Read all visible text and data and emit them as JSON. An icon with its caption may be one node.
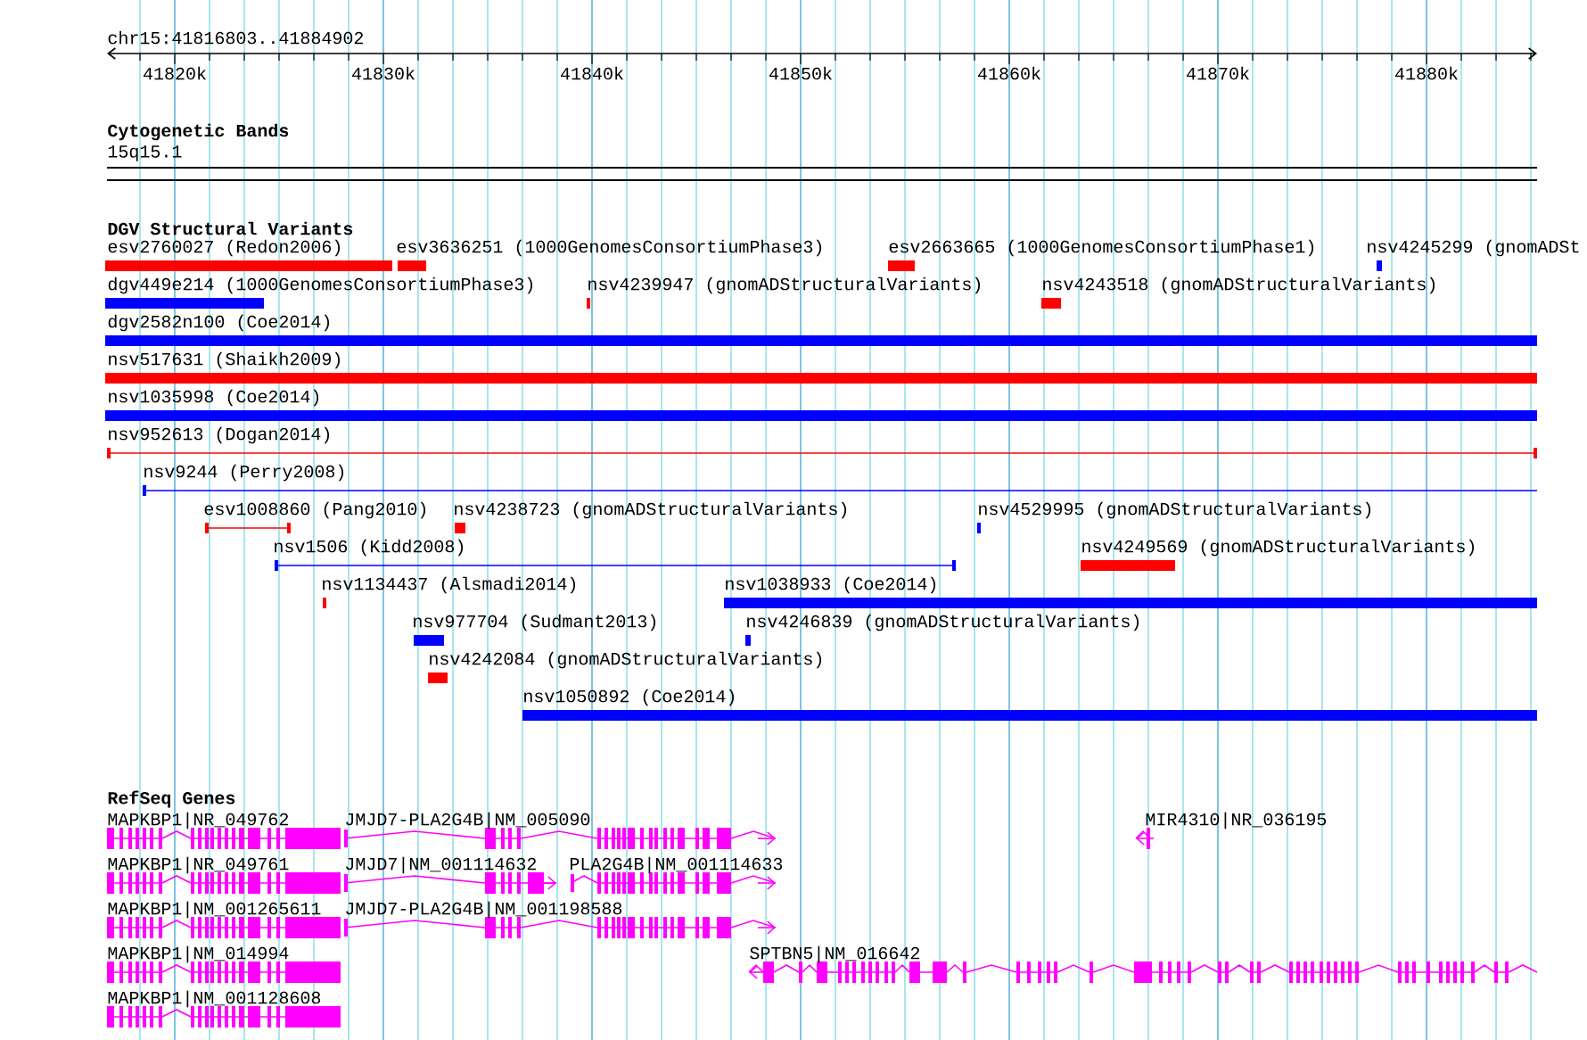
{
  "diagram": {
    "nodes": [
      {
        "text": [
          "esv2760027 (Redon2006)"
        ]
      },
      {
        "text": [
          "esv3636251 (1000GenomesConsortiumPhase3)"
        ]
      },
      {
        "text": [
          "esv2663665 (1000GenomesConsortiumPhase1)"
        ]
      },
      {
        "text": [
          "nsv4245299 (gnomADSt"
        ]
      },
      {
        "text": [
          "dgv449e214 (1000GenomesConsortiumPhase3)"
        ]
      },
      {
        "text": [
          "nsv4239947 (gnomADStructuralVariants)"
        ]
      },
      {
        "text": [
          "nsv4243518 (gnomADStructuralVariants)"
        ]
      },
      {
        "text": [
          "dgv2582n100 (Coe2014)"
        ]
      },
      {
        "text": [
          "nsv517631 (Shaikh2009)"
        ]
      },
      {
        "text": [
          "nsv1035998 (Coe2014)"
        ]
      },
      {
        "text": [
          "nsv952613 (Dogan2014)"
        ]
      },
      {
        "text": [
          "nsv9244 (Perry2008)"
        ]
      },
      {
        "text": [
          "esv1008860 (Pang2010)"
        ]
      },
      {
        "text": [
          "nsv4238723 (gnomADStructuralVariants)"
        ]
      },
      {
        "text": [
          "nsv4529995 (gnomADStructuralVariants)"
        ]
      },
      {
        "text": [
          "nsv1506 (Kidd2008)"
        ]
      },
      {
        "text": [
          "nsv4249569 (gnomADStructuralVariants)"
        ]
      },
      {
        "text": [
          "nsv1134437 (Alsmadi2014)"
        ]
      },
      {
        "text": [
          "nsv1038933 (Coe2014)"
        ]
      },
      {
        "text": [
          "nsv977704 (Sudmant2013)"
        ]
      },
      {
        "text": [
          "nsv4246839 (gnomADStructuralVariants)"
        ]
      },
      {
        "text": [
          "nsv4242084 (gnomADStructuralVariants)"
        ]
      },
      {
        "text": [
          "nsv1050892 (Coe2014)"
        ]
      },
      {
        "text": [
          "MAPKBP1|NR_049762"
        ]
      },
      {
        "text": [
          "JMJD7-PLA2G4B|NM_005090"
        ]
      },
      {
        "text": [
          "MIR4310|NR_036195"
        ]
      },
      {
        "text": [
          "MAPKBP1|NR_049761"
        ]
      },
      {
        "text": [
          "JMJD7|NM_001114632"
        ]
      },
      {
        "text": [
          "PLA2G4B|NM_001114633"
        ]
      },
      {
        "text": [
          "MAPKBP1|NM_001265611"
        ]
      },
      {
        "text": [
          "JMJD7-PLA2G4B|NM_001198588"
        ]
      },
      {
        "text": [
          "MAPKBP1|NM_014994"
        ]
      },
      {
        "text": [
          "SPTBN5|NM_016642"
        ]
      },
      {
        "text": [
          "MAPKBP1|NM_001128608"
        ]
      }
    ],
    "labels": [
      "chr15:41816803..41884902",
      "41820k",
      "41830k",
      "41840k",
      "41850k",
      "41860k",
      "41870k",
      "41880k",
      "Cytogenetic Bands",
      "15q15.1",
      "DGV Structural Variants",
      "RefSeq Genes"
    ]
  }
}
